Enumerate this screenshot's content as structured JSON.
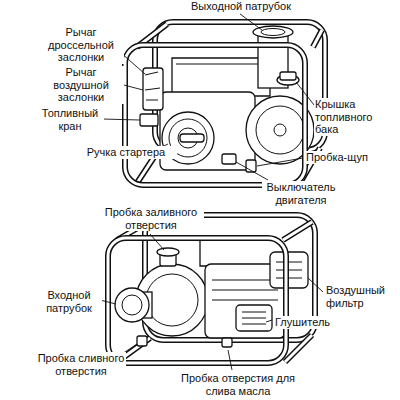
{
  "diagram": {
    "labels": [
      "Выходной патрубок",
      "Рычаг дроссельной заслонки",
      "Рычаг воздушной заслонки",
      "Крышка топливного бака",
      "Топливный кран",
      "Ручка стартера",
      "Пробка-щуп",
      "Выключатель двигателя",
      "Пробка заливного отверстия",
      "Воздушный фильтр",
      "Входной патрубок",
      "Глушитель",
      "Пробка сливного отверстия",
      "Пробка отверстия для слива масла"
    ]
  }
}
